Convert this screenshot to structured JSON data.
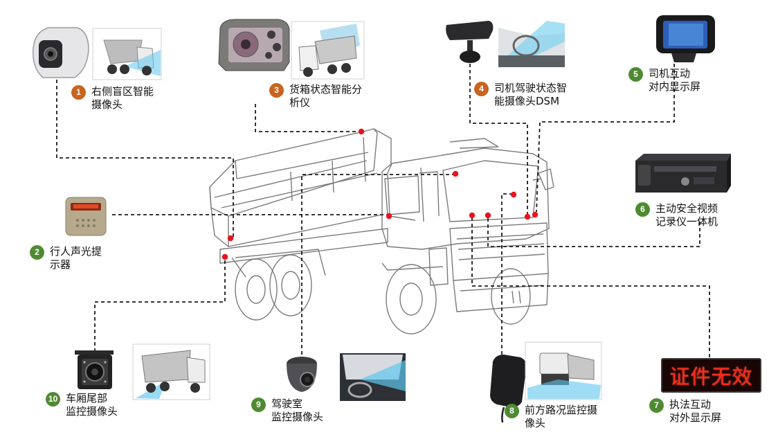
{
  "colors": {
    "orange_badge": "#c8641e",
    "green_badge": "#4f8a32",
    "marker": "#e8141e",
    "leader_line": "#1a1a1a",
    "led_text": "#ff2a1a"
  },
  "components": [
    {
      "num": "1",
      "color": "orange",
      "text": "右侧盲区智能\n摄像头",
      "icon": "side-blind-spot-camera-icon"
    },
    {
      "num": "2",
      "color": "green",
      "text": "行人声光提\n示器",
      "icon": "pedestrian-alarm-icon"
    },
    {
      "num": "3",
      "color": "orange",
      "text": "货箱状态智能分\n析仪",
      "icon": "cargo-box-analyzer-icon"
    },
    {
      "num": "4",
      "color": "orange",
      "text": "司机驾驶状态智\n能摄像头DSM",
      "icon": "dsm-camera-icon"
    },
    {
      "num": "5",
      "color": "green",
      "text": "司机互动\n对内显示屏",
      "icon": "driver-display-icon"
    },
    {
      "num": "6",
      "color": "green",
      "text": "主动安全视频\n记录仪一体机",
      "icon": "video-recorder-icon"
    },
    {
      "num": "7",
      "color": "green",
      "text": "执法互动\n对外显示屏",
      "icon": "external-led-display-icon"
    },
    {
      "num": "8",
      "color": "green",
      "text": "前方路况监控摄\n像头",
      "icon": "front-road-camera-icon"
    },
    {
      "num": "9",
      "color": "green",
      "text": "驾驶室\n监控摄像头",
      "icon": "cab-dome-camera-icon"
    },
    {
      "num": "10",
      "color": "green",
      "text": "车厢尾部\n监控摄像头",
      "icon": "rear-camera-icon"
    }
  ],
  "led_display_text": "证件无效"
}
